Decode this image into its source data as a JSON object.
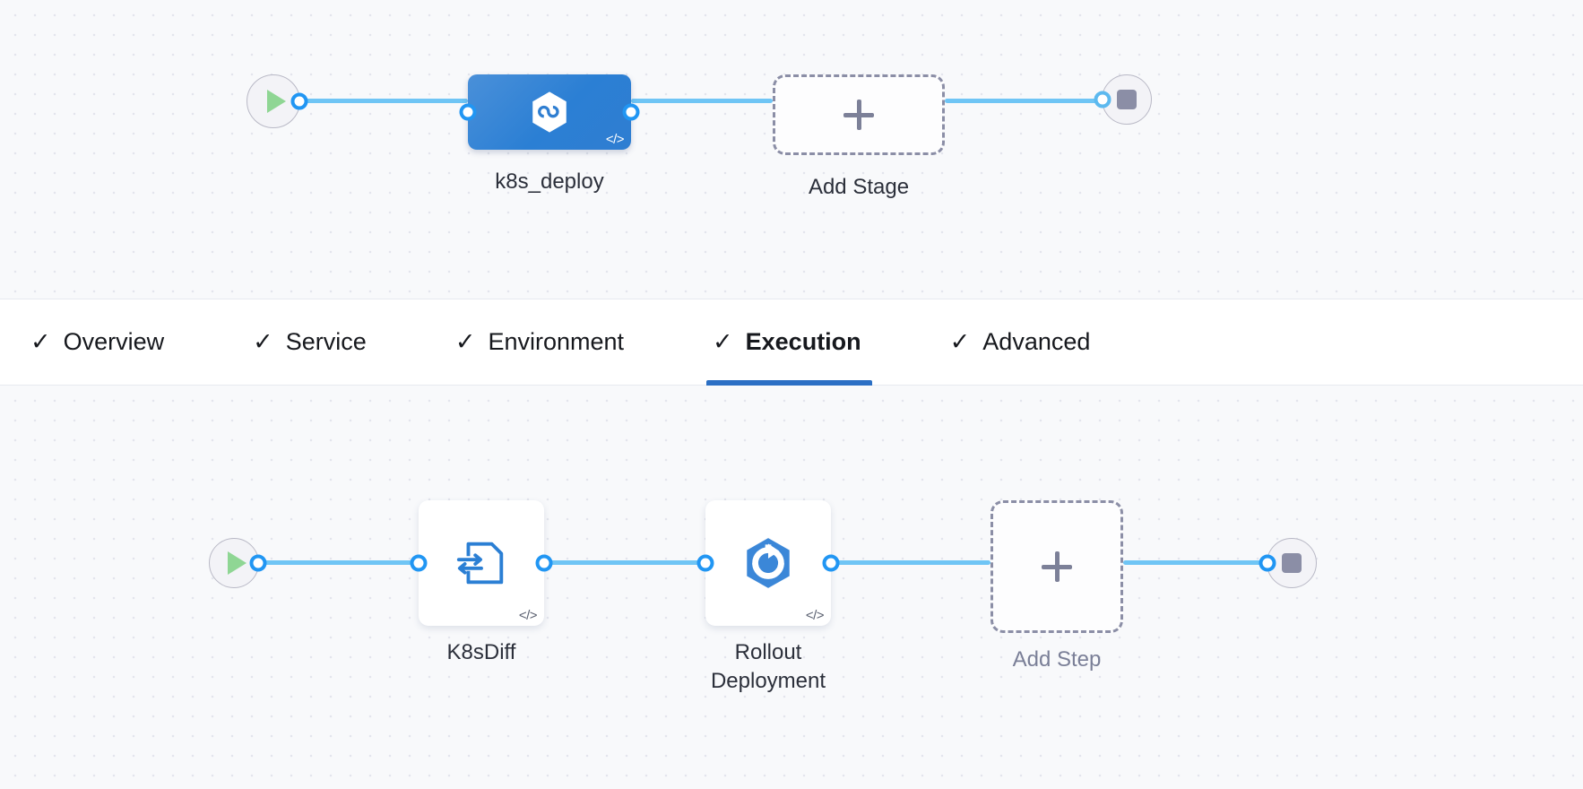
{
  "theme": {
    "canvas_bg": "#f8f9fb",
    "grid_dot": "#e3e5ed",
    "link": "#6fc5f5",
    "connector_ring": "#2196f3",
    "stage_blue": "#2b7fd4",
    "accent_underline": "#2b6fc4",
    "muted_text": "#7a7f97",
    "text": "#2b2f3a",
    "start_play": "#8fd694",
    "stop_square": "#8b8ea6",
    "dashed_border": "#8b8ea6"
  },
  "stage_row": {
    "start_node": {
      "icon": "play-icon",
      "label": ""
    },
    "nodes": [
      {
        "type": "stage",
        "name": "k8s-deploy-stage",
        "label": "k8s_deploy",
        "icon": "harness-cd-hexagon-icon",
        "badge": "</>",
        "selected": true
      },
      {
        "type": "add",
        "name": "add-stage",
        "label": "Add Stage",
        "icon": "plus-icon"
      }
    ],
    "end_node": {
      "icon": "stop-icon"
    }
  },
  "tabs": [
    {
      "label": "Overview",
      "check": "✓",
      "active": false,
      "name": "tab-overview"
    },
    {
      "label": "Service",
      "check": "✓",
      "active": false,
      "name": "tab-service"
    },
    {
      "label": "Environment",
      "check": "✓",
      "active": false,
      "name": "tab-environment"
    },
    {
      "label": "Execution",
      "check": "✓",
      "active": true,
      "name": "tab-execution"
    },
    {
      "label": "Advanced",
      "check": "✓",
      "active": false,
      "name": "tab-advanced"
    }
  ],
  "step_row": {
    "start_node": {
      "icon": "play-icon"
    },
    "nodes": [
      {
        "type": "step",
        "name": "step-k8sdiff",
        "label": "K8sDiff",
        "icon": "k8s-diff-file-icon",
        "badge": "</>"
      },
      {
        "type": "step",
        "name": "step-rollout-deployment",
        "label": "Rollout\nDeployment",
        "icon": "rollout-deployment-hexagon-icon",
        "badge": "</>"
      },
      {
        "type": "add",
        "name": "add-step",
        "label": "Add Step",
        "icon": "plus-icon"
      }
    ],
    "end_node": {
      "icon": "stop-icon"
    }
  }
}
